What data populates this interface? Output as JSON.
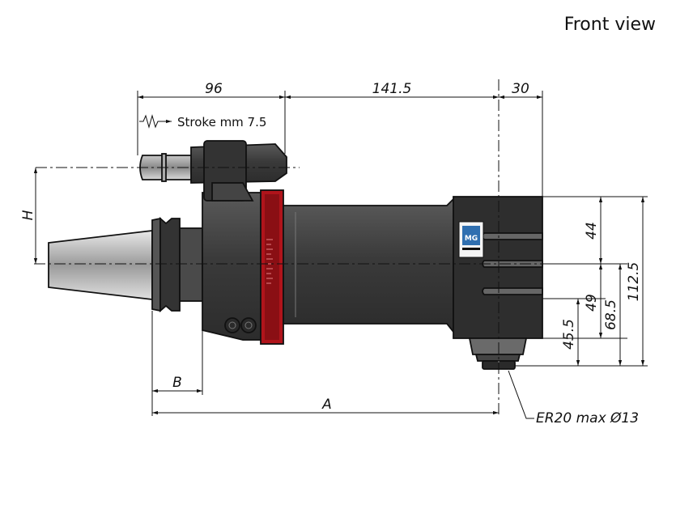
{
  "title": "Front view",
  "dimensions": {
    "d96": "96",
    "d141_5": "141.5",
    "d30": "30",
    "stroke_label": "Stroke mm 7.5",
    "h": "H",
    "b": "B",
    "a": "A",
    "d44": "44",
    "d49": "49",
    "d68_5": "68.5",
    "d112_5": "112.5",
    "d45_5": "45.5",
    "collet": "ER20 max Ø13"
  },
  "colors": {
    "body": "#3d3d3d",
    "body_dark": "#2a2a2a",
    "ring": "#b0141b",
    "taper": "#cfcfcf",
    "logo": "#2f6fb0"
  },
  "icons": {
    "logo": "mg-logo-icon",
    "spring": "spring-icon"
  }
}
